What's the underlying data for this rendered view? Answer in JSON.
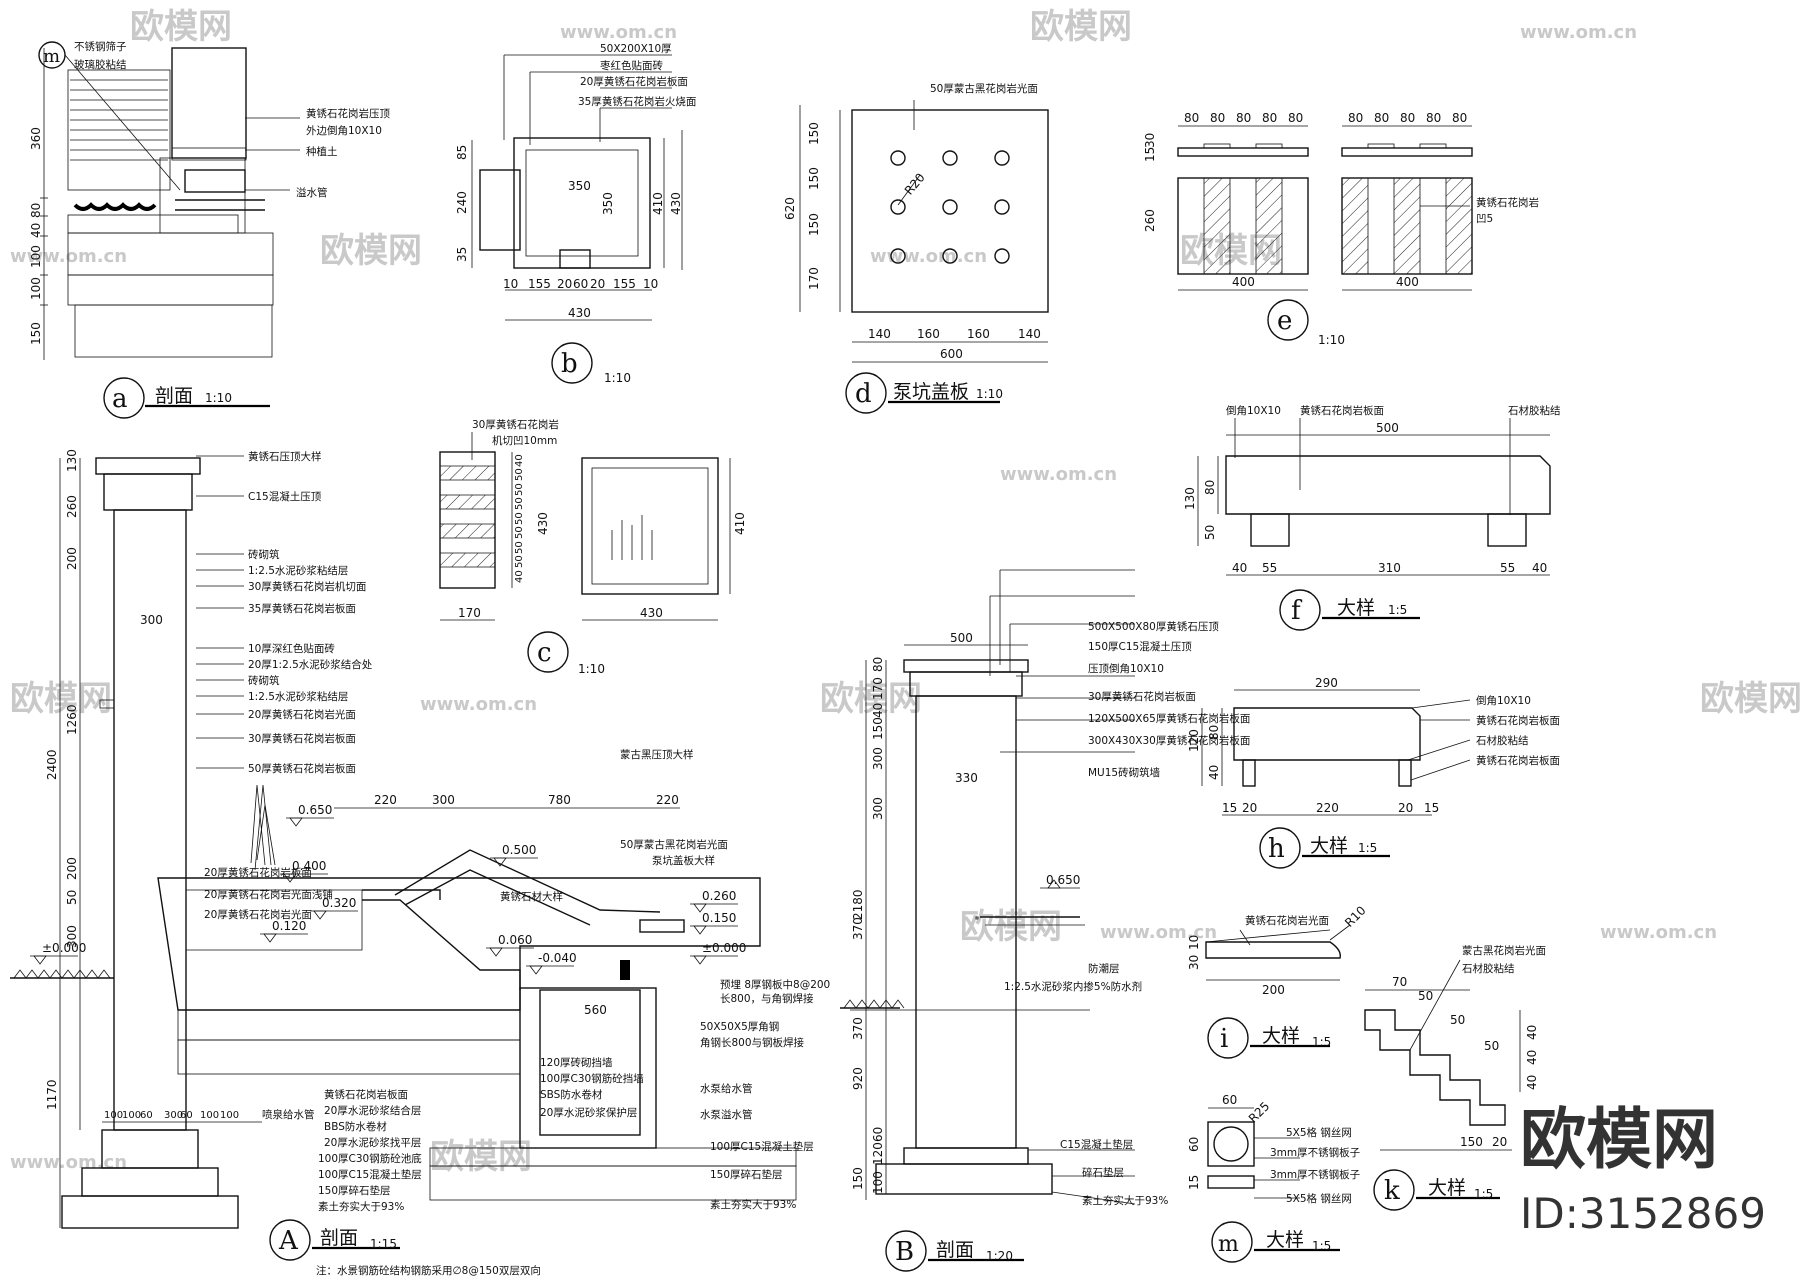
{
  "watermark": {
    "brand": "欧模网",
    "url": "www.om.cn"
  },
  "brand_box": {
    "title": "欧模网",
    "id": "ID:3152869"
  },
  "detail_a": {
    "marker": "a",
    "title": "剖面",
    "scale": "1:10",
    "callout": "m",
    "dims": [
      "360",
      "80",
      "40",
      "100",
      "100",
      "150"
    ],
    "notes": [
      "不锈钢筛子",
      "玻璃胶粘结",
      "黄锈石花岗岩压顶",
      "外边倒角10X10",
      "种植土",
      "溢水管"
    ]
  },
  "detail_b": {
    "marker": "b",
    "scale": "1:10",
    "notes": [
      "50X200X10厚",
      "枣红色贴面砖",
      "20厚黄锈石花岗岩板面",
      "35厚黄锈石花岗岩火烧面"
    ],
    "dims_left": [
      "85",
      "240",
      "35"
    ],
    "dims_right": [
      "410",
      "430"
    ],
    "inner": [
      "350",
      "350"
    ],
    "dims_bottom": [
      "10",
      "155",
      "20",
      "60",
      "20",
      "155",
      "10"
    ],
    "total": "430"
  },
  "detail_c": {
    "marker": "c",
    "scale": "1:10",
    "notes": [
      "30厚黄锈石花岗岩",
      "机切凹10mm"
    ],
    "stack": [
      "40",
      "50",
      "50",
      "50",
      "50",
      "50",
      "50",
      "50",
      "40"
    ],
    "dims": [
      "170",
      "430",
      "430",
      "410"
    ]
  },
  "detail_d": {
    "marker": "d",
    "title": "泵坑盖板",
    "scale": "1:10",
    "note": "50厚蒙古黑花岗岩光面",
    "hole": "R20",
    "dims_left": [
      "150",
      "150",
      "150",
      "170"
    ],
    "total_v": "620",
    "dims_bottom": [
      "140",
      "160",
      "160",
      "140"
    ],
    "total_h": "600"
  },
  "detail_e": {
    "marker": "e",
    "scale": "1:10",
    "top": [
      "80",
      "80",
      "80",
      "80",
      "80"
    ],
    "left": [
      "15",
      "30",
      "260"
    ],
    "width": "400",
    "note1": "黄锈石花岗岩",
    "note2": "凹5"
  },
  "detail_f": {
    "marker": "f",
    "title": "大样",
    "scale": "1:5",
    "notes": [
      "倒角10X10",
      "黄锈石花岗岩板面",
      "石材胶粘结"
    ],
    "top": "500",
    "left": [
      "80",
      "50",
      "130"
    ],
    "bottom": [
      "40",
      "55",
      "310",
      "55",
      "40"
    ]
  },
  "detail_h": {
    "marker": "h",
    "title": "大样",
    "scale": "1:5",
    "notes": [
      "倒角10X10",
      "黄锈石花岗岩板面",
      "石材胶粘结",
      "黄锈石花岗岩板面"
    ],
    "top": "290",
    "left": [
      "80",
      "40",
      "120"
    ],
    "bottom": [
      "15",
      "20",
      "220",
      "20",
      "15"
    ]
  },
  "detail_i": {
    "marker": "i",
    "title": "大样",
    "scale": "1:5",
    "note": "黄锈石花岗岩光面",
    "radius": "R10",
    "dims": [
      "30",
      "10",
      "200"
    ]
  },
  "detail_k": {
    "marker": "k",
    "title": "大样",
    "scale": "1:5",
    "notes": [
      "蒙古黑花岗岩光面",
      "石材胶粘结"
    ],
    "dims": [
      "70",
      "50",
      "50",
      "50",
      "40",
      "40",
      "40",
      "40",
      "150",
      "20",
      "50"
    ]
  },
  "detail_m": {
    "marker": "m",
    "title": "大样",
    "scale": "1:5",
    "notes": [
      "5X5格  钢丝网",
      "3mm厚不锈钢板子",
      "3mm厚不锈钢板子",
      "5X5格  钢丝网"
    ],
    "dims": [
      "60",
      "R25",
      "60",
      "15"
    ]
  },
  "section_A": {
    "marker": "A",
    "title": "剖面",
    "scale": "1:15",
    "footnote": "注：水景钢筋砼结构钢筋采用∅8@150双层双向",
    "left_dims": [
      "130",
      "260",
      "200",
      "1260",
      "200",
      "50",
      "300",
      "1170"
    ],
    "total": "2400",
    "wall": "300",
    "bottom_dims": [
      "100",
      "100",
      "60",
      "300",
      "60",
      "100",
      "100"
    ],
    "plan_dims": [
      "220",
      "300",
      "780",
      "220"
    ],
    "pit": "560",
    "levels": [
      "0.650",
      "0.500",
      "0.400",
      "0.260",
      "0.150",
      "±0.000",
      "0.060",
      "-0.040",
      "±0.000",
      "0.120",
      "0.320"
    ],
    "wall_notes": [
      "黄锈石压顶大样",
      "C15混凝土压顶",
      "砖砌筑",
      "1:2.5水泥砂浆粘结层",
      "30厚黄锈石花岗岩机切面",
      "35厚黄锈石花岗岩板面",
      "10厚深红色贴面砖",
      "20厚1:2.5水泥砂浆结合处",
      "砖砌筑",
      "1:2.5水泥砂浆粘结层",
      "20厚黄锈石花岗岩光面",
      "30厚黄锈石花岗岩板面",
      "50厚黄锈石花岗岩板面"
    ],
    "pool_notes": [
      "20厚黄锈石花岗岩板面",
      "20厚黄锈石花岗岩光面浅铺",
      "20厚黄锈石花岗岩光面"
    ],
    "right_notes": [
      "蒙古黑压顶大样",
      "50厚蒙古黑花岗岩光面",
      "泵坑盖板大样",
      "黄锈石材大样",
      "预埋  8厚钢板中8@200",
      "长800，与角钢焊接",
      "50X50X5厚角钢",
      "角钢长800与钢板焊接",
      "水泵给水管",
      "水泵溢水管",
      "100厚C15混凝土垫层",
      "150厚碎石垫层",
      "素土夯实大于93%"
    ],
    "bottom_notes": [
      "黄锈石花岗岩板面",
      "20厚水泥砂浆结合层",
      "BBS防水卷材",
      "20厚水泥砂浆找平层",
      "100厚C30钢筋砼池底",
      "100厚C15混凝土垫层",
      "150厚碎石垫层",
      "素土夯实大于93%",
      "喷泉给水管"
    ],
    "pit_notes": [
      "120厚砖砌挡墙",
      "100厚C30钢筋砼挡墙",
      "SBS防水卷材",
      "20厚水泥砂浆保护层"
    ]
  },
  "section_B": {
    "marker": "B",
    "title": "剖面",
    "scale": "1:20",
    "notes_top": [
      "500X500X80厚黄锈石压顶",
      "150厚C15混凝土压顶",
      "压顶倒角10X10",
      "30厚黄锈石花岗岩板面",
      "120X500X65厚黄锈石花岗岩板面",
      "300X430X30厚黄锈石花岗岩板面",
      "MU15砖砌筑墙"
    ],
    "notes_bot": [
      "防潮层",
      "1:2.5水泥砂浆内掺5%防水剂",
      "C15混凝土垫层",
      "碎石垫层",
      "素土夯实大于93%"
    ],
    "top": "500",
    "inner": "330",
    "level": "0.650",
    "dims": [
      "80",
      "170",
      "40",
      "150",
      "300",
      "300",
      "2180",
      "370",
      "370",
      "920",
      "60",
      "120",
      "150",
      "100"
    ]
  }
}
